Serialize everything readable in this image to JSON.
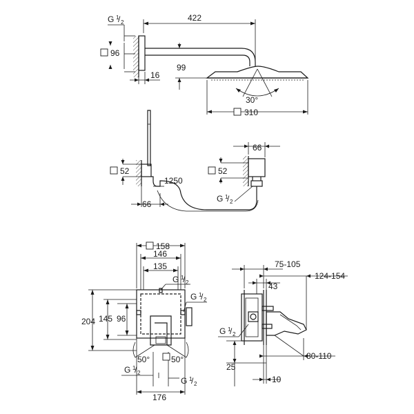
{
  "shower_head": {
    "width": "422",
    "arm_thread": {
      "base": "G",
      "sup": "1",
      "sub": "2"
    },
    "flange": "96",
    "depth": "16",
    "drop": "99",
    "angle": "30°",
    "diameter": "310"
  },
  "hand_shower": {
    "outlet": "52",
    "offset": "66",
    "hose": "1250"
  },
  "elbow": {
    "depth": "66",
    "outlet": "52",
    "thread": {
      "base": "G",
      "sup": "1",
      "sub": "2"
    }
  },
  "mixer_front": {
    "plate": "158",
    "w146": "146",
    "w135": "135",
    "h204": "204",
    "h145": "145",
    "h96": "96",
    "width_bottom": "176",
    "angle_left": "50°",
    "angle_right": "50°",
    "thread": {
      "base": "G",
      "sup": "1",
      "sub": "2"
    }
  },
  "mixer_side": {
    "depth_range": "75-105",
    "d43": "43",
    "lever_range": "124-154",
    "lever_bottom": "80-110",
    "h25": "25",
    "d10": "10",
    "thread": {
      "base": "G",
      "sup": "1",
      "sub": "2"
    }
  }
}
